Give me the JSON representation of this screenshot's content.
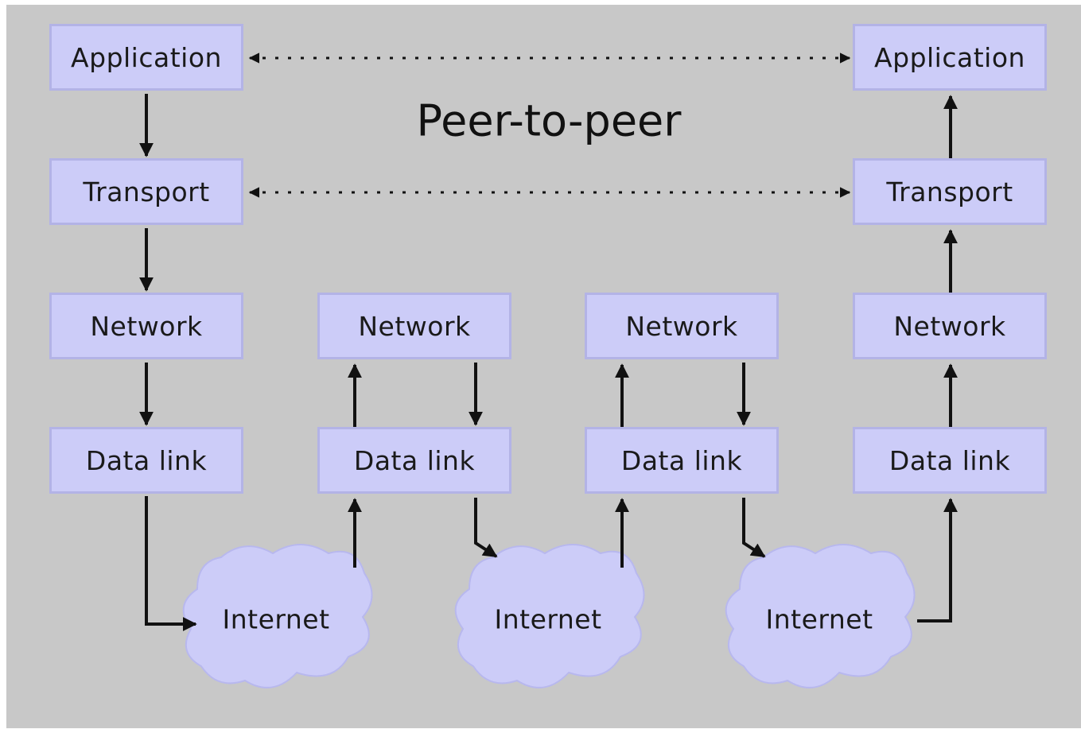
{
  "title": "Peer-to-peer",
  "colors": {
    "background": "#c8c8c8",
    "box_fill": "#ccccf8",
    "box_border": "#b3b3e6",
    "cloud_fill": "#ccccf8",
    "arrow": "#111111"
  },
  "stacks": {
    "host_a": {
      "application": "Application",
      "transport": "Transport",
      "network": "Network",
      "data_link": "Data link"
    },
    "router_1": {
      "network": "Network",
      "data_link": "Data link"
    },
    "router_2": {
      "network": "Network",
      "data_link": "Data link"
    },
    "host_b": {
      "application": "Application",
      "transport": "Transport",
      "network": "Network",
      "data_link": "Data link"
    }
  },
  "clouds": [
    "Internet",
    "Internet",
    "Internet"
  ]
}
